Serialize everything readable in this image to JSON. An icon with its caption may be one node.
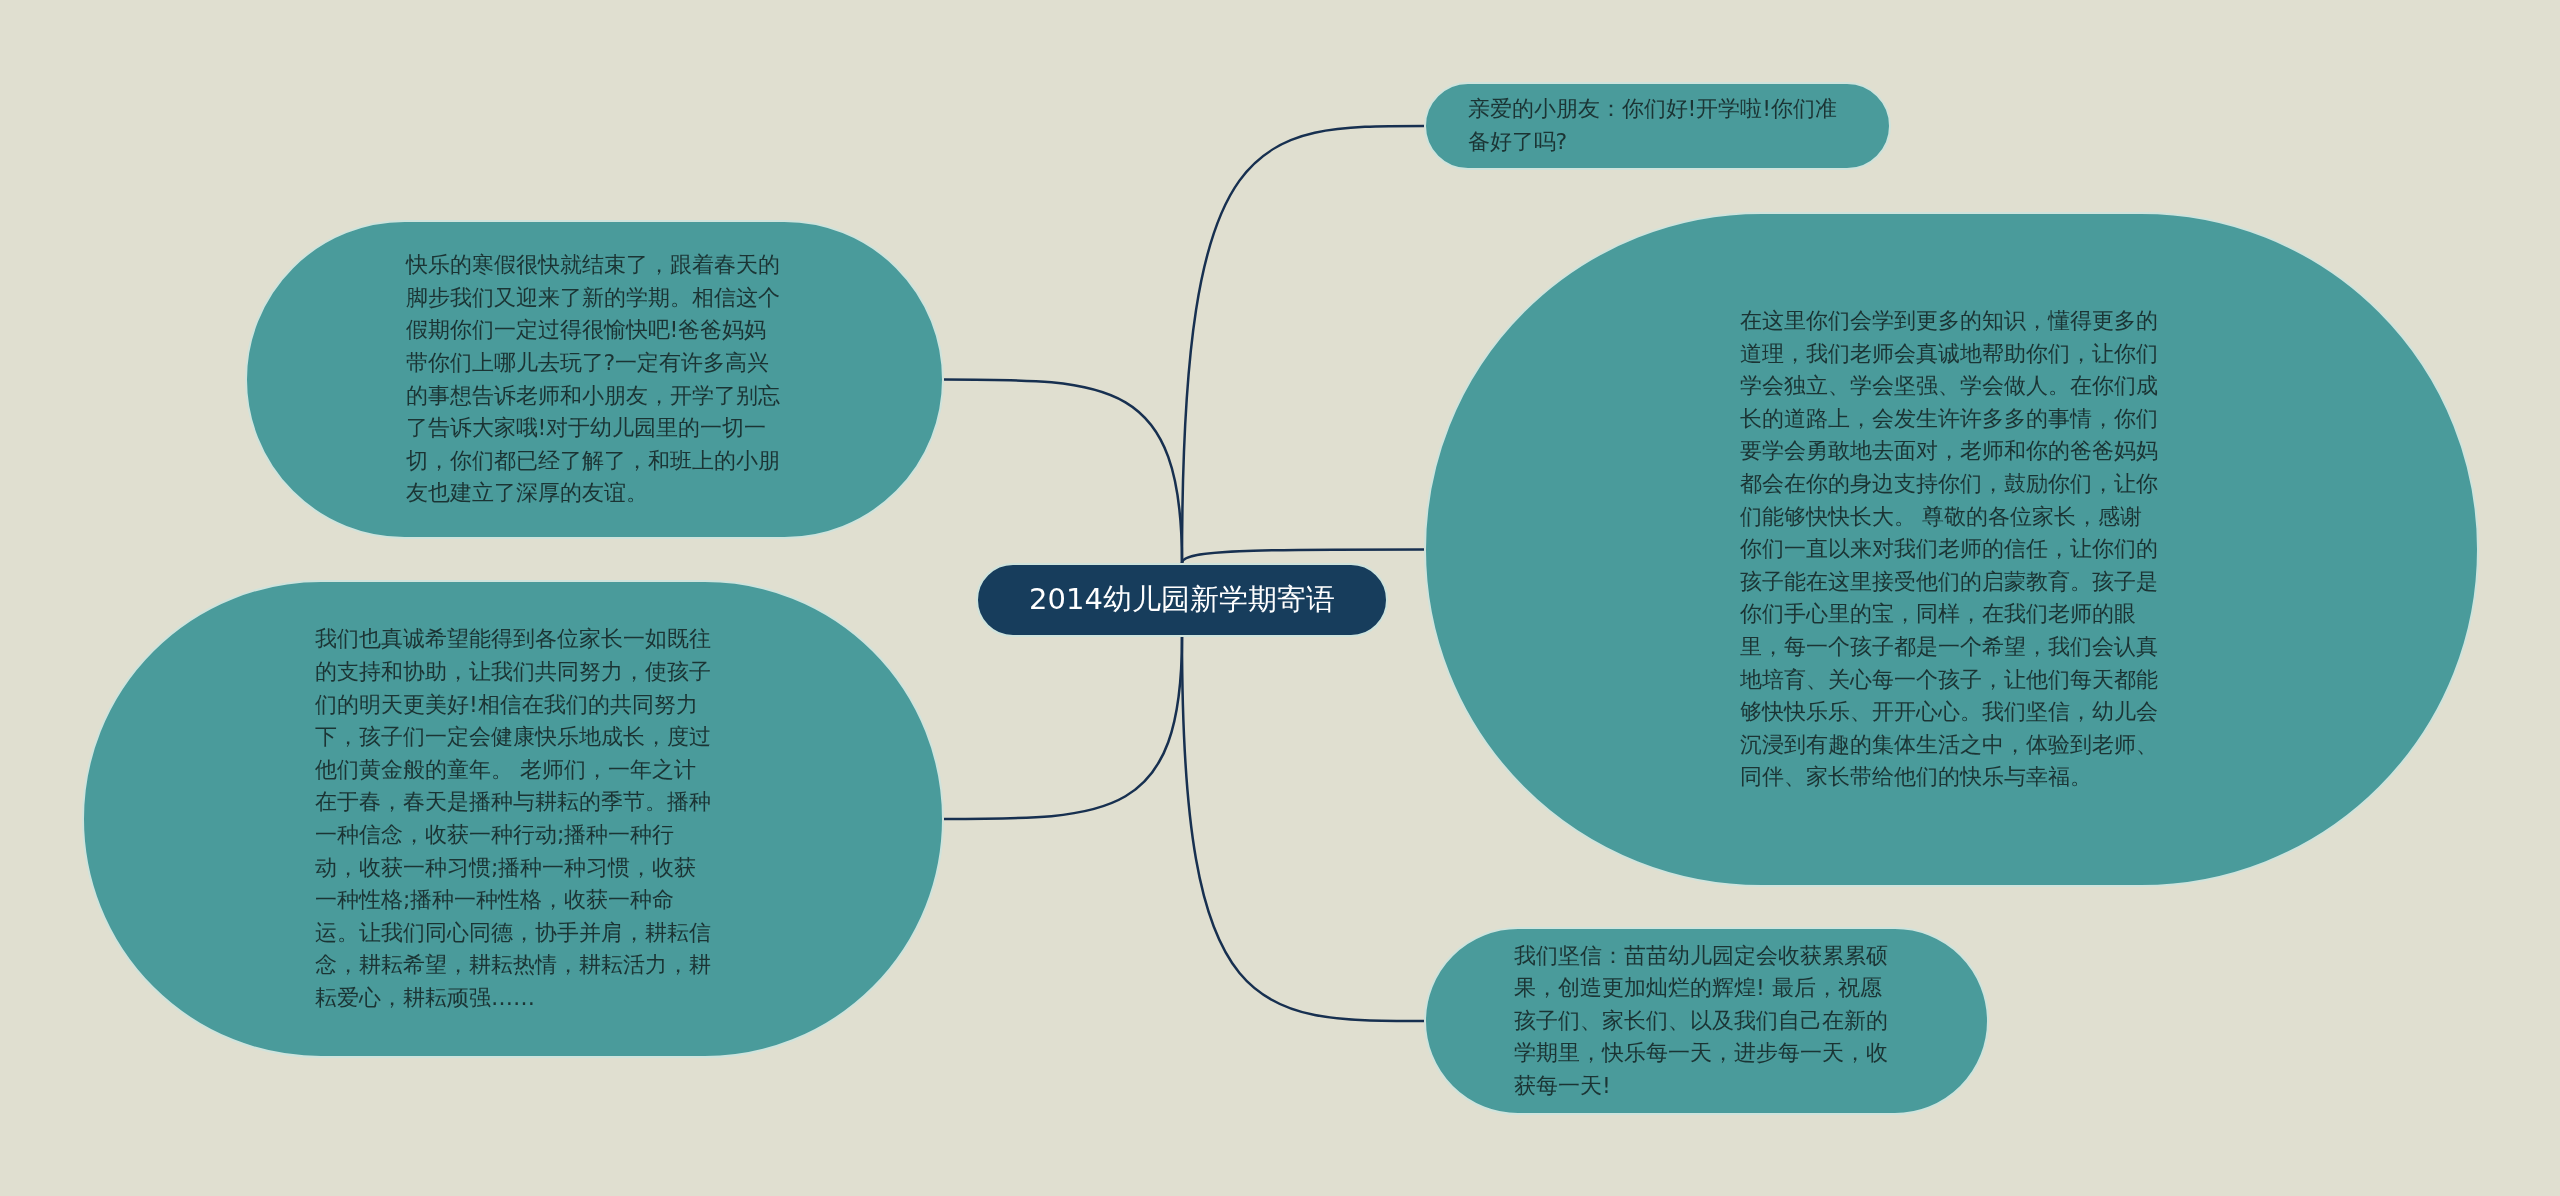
{
  "diagram": {
    "nodes": [
      {
        "text": [
          "2014幼儿园新学期寄语"
        ]
      },
      {
        "text": [
          "亲爱的小朋友：你们好!开学啦!你们准备好了吗?"
        ]
      },
      {
        "text": [
          "在这里你们会学到更多的知识，懂得更多的道理，我们老师会真诚地帮助你们，让你们学会独立、学会坚强、学会做人。在你们成长的道路上，会发生许许多多的事情，你们要学会勇敢地去面对，老师和你的爸爸妈妈都会在你的身边支持你们，鼓励你们，让你们能够快快长大。 尊敬的各位家长，感谢你们一直以来对我们老师的信任，让你们的孩子能在这里接受他们的启蒙教育。孩子是你们手心里的宝，同样，在我们老师的眼里，每一个孩子都是一个希望，我们会认真地培育、关心每一个孩子，让他们每天都能够快快乐乐、开开心心。我们坚信，幼儿会沉浸到有趣的集体生活之中，体验到老师、同伴、家长带给他们的快乐与幸福。"
        ]
      },
      {
        "text": [
          "我们坚信：苗苗幼儿园定会收获累累硕果，创造更加灿烂的辉煌! 最后，祝愿孩子们、家长们、以及我们自己在新的学期里，快乐每一天，进步每一天，收获每一天!"
        ]
      },
      {
        "text": [
          "快乐的寒假很快就结束了，跟着春天的脚步我们又迎来了新的学期。相信这个假期你们一定过得很愉快吧!爸爸妈妈带你们上哪儿去玩了?一定有许多高兴的事想告诉老师和小朋友，开学了别忘了告诉大家哦!对于幼儿园里的一切一切，你们都已经了解了，和班上的小朋友也建立了深厚的友谊。"
        ]
      },
      {
        "text": [
          "我们也真诚希望能得到各位家长一如既往的支持和协助，让我们共同努力，使孩子们的明天更美好!相信在我们的共同努力下，孩子们一定会健康快乐地成长，度过他们黄金般的童年。 老师们，一年之计在于春，春天是播种与耕耘的季节。播种一种信念，收获一种行动;播种一种行动，收获一种习惯;播种一种习惯，收获一种性格;播种一种性格，收获一种命运。让我们同心同德，协手并肩，耕耘信念，耕耘希望，耕耘热情，耕耘活力，耕耘爱心，耕耘顽强……"
        ]
      }
    ],
    "edges": [
      {
        "from": 0,
        "to": 1,
        "arrow": "none"
      },
      {
        "from": 0,
        "to": 2,
        "arrow": "none"
      },
      {
        "from": 0,
        "to": 3,
        "arrow": "none"
      },
      {
        "from": 0,
        "to": 4,
        "arrow": "none"
      },
      {
        "from": 0,
        "to": 5,
        "arrow": "none"
      }
    ]
  }
}
